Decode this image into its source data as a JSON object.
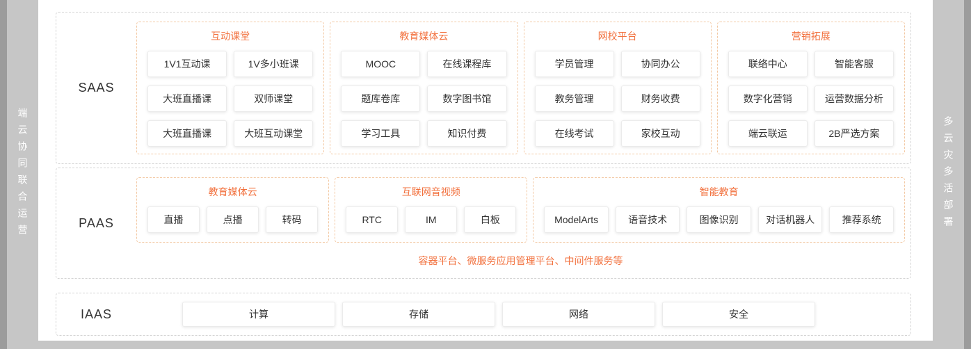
{
  "accent_color": "#f2713e",
  "left_sidebar": {
    "vertical_text": "端云协同联合运营"
  },
  "right_sidebar": {
    "vertical_text": "多云灾多活部署"
  },
  "layers": [
    {
      "label": "SAAS",
      "groups": [
        {
          "title": "互动课堂",
          "items": [
            "1V1互动课",
            "1V多小班课",
            "大班直播课",
            "双师课堂",
            "大班直播课",
            "大班互动课堂"
          ]
        },
        {
          "title": "教育媒体云",
          "items": [
            "MOOC",
            "在线课程库",
            "题库卷库",
            "数字图书馆",
            "学习工具",
            "知识付费"
          ]
        },
        {
          "title": "网校平台",
          "items": [
            "学员管理",
            "协同办公",
            "教务管理",
            "财务收费",
            "在线考试",
            "家校互动"
          ]
        },
        {
          "title": "营销拓展",
          "items": [
            "联络中心",
            "智能客服",
            "数字化营销",
            "运营数据分析",
            "端云联运",
            "2B严选方案"
          ]
        }
      ]
    },
    {
      "label": "PAAS",
      "groups": [
        {
          "title": "教育媒体云",
          "items": [
            "直播",
            "点播",
            "转码"
          ]
        },
        {
          "title": "互联网音视频",
          "items": [
            "RTC",
            "IM",
            "白板"
          ]
        },
        {
          "title": "智能教育",
          "items": [
            "ModelArts",
            "语音技术",
            "图像识别",
            "对话机器人",
            "推荐系统"
          ]
        }
      ],
      "footnote": "容器平台、微服务应用管理平台、中间件服务等"
    },
    {
      "label": "IAAS",
      "items": [
        "计算",
        "存储",
        "网络",
        "安全"
      ]
    }
  ]
}
